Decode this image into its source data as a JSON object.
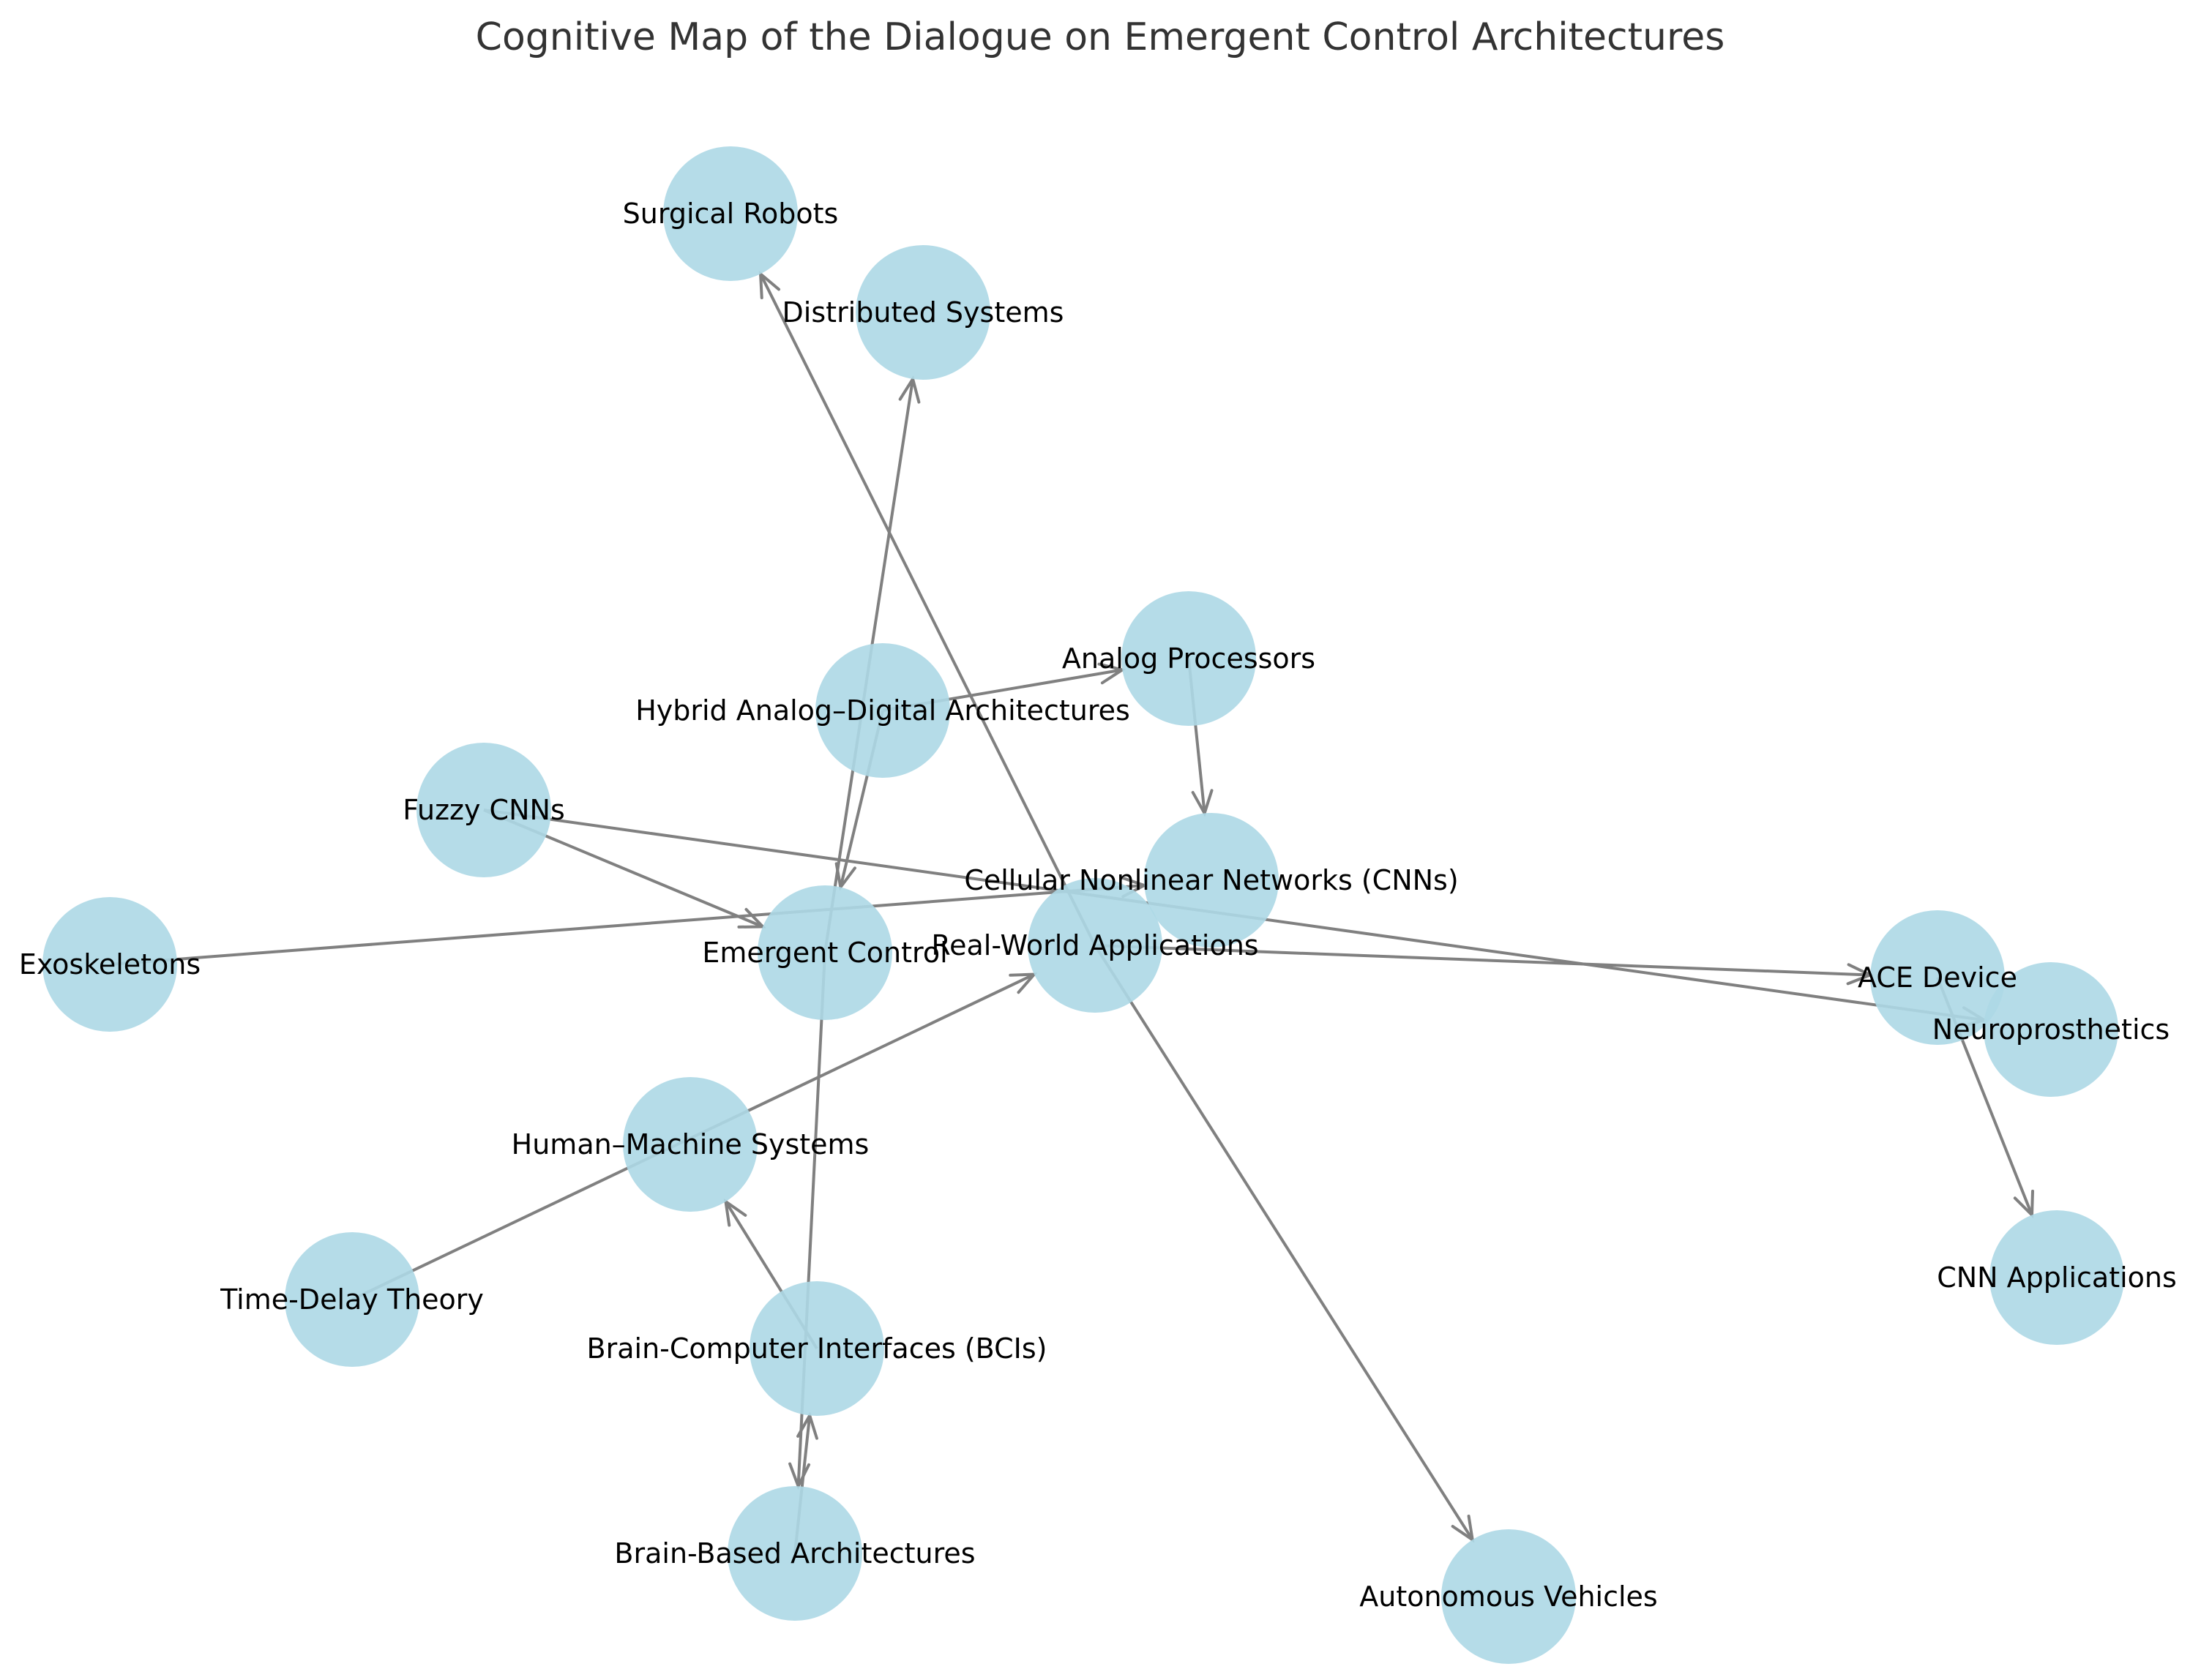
{
  "title": "Cognitive Map of the Dialogue on Emergent Control Architectures",
  "colors": {
    "node_fill": "#add8e6",
    "edge": "#808080",
    "title": "#333333",
    "label": "#000000",
    "background": "#ffffff"
  },
  "nodes": [
    {
      "id": "surgical",
      "label": "Surgical Robots"
    },
    {
      "id": "distributed",
      "label": "Distributed Systems"
    },
    {
      "id": "analog",
      "label": "Analog Processors"
    },
    {
      "id": "hybrid",
      "label": "Hybrid Analog–Digital Architectures"
    },
    {
      "id": "fuzzy",
      "label": "Fuzzy CNNs"
    },
    {
      "id": "cnns",
      "label": "Cellular Nonlinear Networks (CNNs)"
    },
    {
      "id": "exo",
      "label": "Exoskeletons"
    },
    {
      "id": "emergent",
      "label": "Emergent Control"
    },
    {
      "id": "realworld",
      "label": "Real-World Applications"
    },
    {
      "id": "ace",
      "label": "ACE Device"
    },
    {
      "id": "neuro",
      "label": "Neuroprosthetics"
    },
    {
      "id": "hms",
      "label": "Human–Machine Systems"
    },
    {
      "id": "timedelay",
      "label": "Time-Delay Theory"
    },
    {
      "id": "bci",
      "label": "Brain-Computer Interfaces (BCIs)"
    },
    {
      "id": "cnnapps",
      "label": "CNN Applications"
    },
    {
      "id": "brainbased",
      "label": "Brain-Based Architectures"
    },
    {
      "id": "auto",
      "label": "Autonomous Vehicles"
    }
  ],
  "edges": [
    {
      "from": "emergent",
      "to": "distributed"
    },
    {
      "from": "hybrid",
      "to": "emergent"
    },
    {
      "from": "emergent",
      "to": "brainbased"
    },
    {
      "from": "fuzzy",
      "to": "emergent"
    },
    {
      "from": "exo",
      "to": "cnns"
    },
    {
      "from": "hybrid",
      "to": "analog"
    },
    {
      "from": "analog",
      "to": "cnns"
    },
    {
      "from": "fuzzy",
      "to": "neuro"
    },
    {
      "from": "realworld",
      "to": "surgical"
    },
    {
      "from": "realworld",
      "to": "auto"
    },
    {
      "from": "timedelay",
      "to": "realworld"
    },
    {
      "from": "bci",
      "to": "hms"
    },
    {
      "from": "brainbased",
      "to": "bci"
    },
    {
      "from": "ace",
      "to": "cnnapps"
    },
    {
      "from": "realworld",
      "to": "ace"
    }
  ]
}
